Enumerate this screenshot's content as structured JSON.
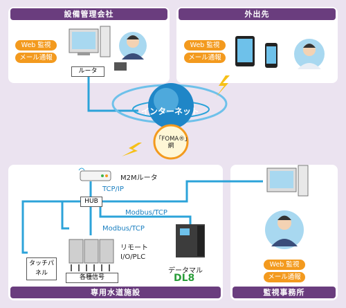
{
  "panels": {
    "management": {
      "title": "設備管理会社",
      "web_badge": "Web 監視",
      "mail_badge": "メール通報",
      "router_label": "ルータ"
    },
    "outside": {
      "title": "外出先",
      "web_badge": "Web 監視",
      "mail_badge": "メール通報"
    },
    "facility": {
      "title": "専用水道施設"
    },
    "office": {
      "title": "監視事務所",
      "web_badge": "Web 監視",
      "mail_badge": "メール通報"
    }
  },
  "network": {
    "internet_label": "インターネット",
    "foma_label": "「FOMA®」網"
  },
  "devices": {
    "m2m_router": "M2Mルータ",
    "tcp_ip": "TCP/IP",
    "hub": "HUB",
    "modbus_tcp_1": "Modbus/TCP",
    "modbus_tcp_2": "Modbus/TCP",
    "remote_io": "リモートI/O/PLC",
    "signals": "各種信号",
    "touch_panel": "タッチパネル",
    "datamark": "データマル",
    "dl8": "DL8"
  },
  "colors": {
    "panel_title_bg": "#6a3d7e",
    "badge": "#f39a1e",
    "line": "#2ca3d9",
    "dl8": "#2a9d3a"
  }
}
